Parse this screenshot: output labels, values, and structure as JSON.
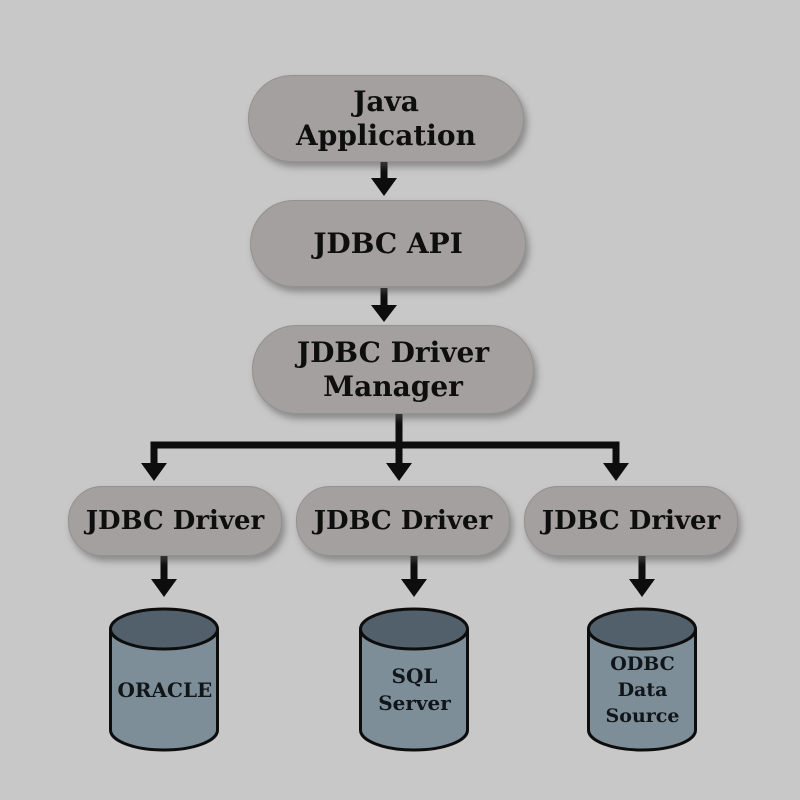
{
  "nodes": {
    "application": {
      "label": "Java Application"
    },
    "api": {
      "label": "JDBC API"
    },
    "driver_manager": {
      "label": "JDBC Driver Manager"
    },
    "drivers": [
      {
        "label": "JDBC Driver"
      },
      {
        "label": "JDBC Driver"
      },
      {
        "label": "JDBC Driver"
      }
    ],
    "databases": [
      {
        "label": "ORACLE"
      },
      {
        "label": "SQL Server"
      },
      {
        "label": "ODBC Data Source"
      }
    ]
  },
  "colors": {
    "background": "#c9c8c8",
    "node_fill": "#a3a09f",
    "node_text": "#0e0e0e",
    "connector": "#0d0d0d",
    "cylinder_body": "#7e8e98",
    "cylinder_top": "#51606a",
    "cylinder_outline": "#0d0d0d"
  }
}
